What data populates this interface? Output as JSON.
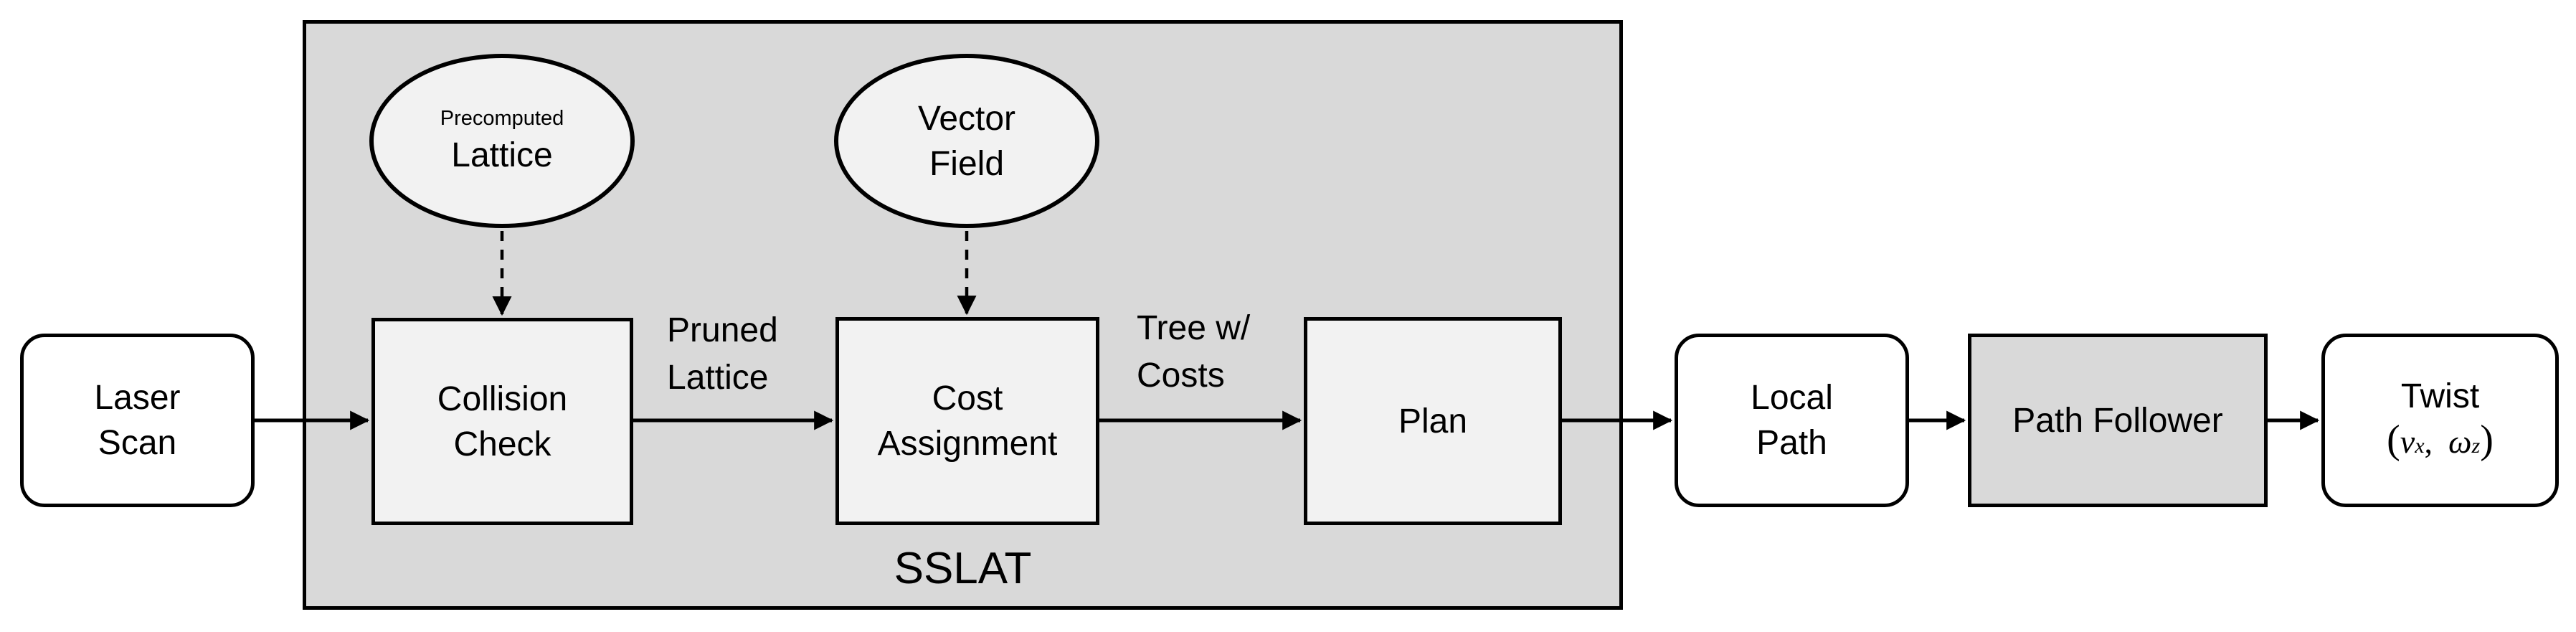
{
  "nodes": {
    "laser_scan": {
      "line1": "Laser",
      "line2": "Scan"
    },
    "precomputed_lattice": {
      "line1": "Precomputed",
      "line2": "Lattice"
    },
    "vector_field": {
      "line1": "Vector",
      "line2": "Field"
    },
    "collision_check": {
      "line1": "Collision",
      "line2": "Check"
    },
    "cost_assignment": {
      "line1": "Cost",
      "line2": "Assignment"
    },
    "plan": {
      "label": "Plan"
    },
    "local_path": {
      "line1": "Local",
      "line2": "Path"
    },
    "path_follower": {
      "label": "Path Follower"
    },
    "twist": {
      "label": "Twist",
      "math": {
        "open": "(",
        "v": "v",
        "v_sub": "x",
        "sep": ",",
        "omega": "ω",
        "omega_sub": "z",
        "close": ")"
      }
    }
  },
  "edge_labels": {
    "pruned_lattice": {
      "line1": "Pruned",
      "line2": "Lattice"
    },
    "tree_with_costs": {
      "line1": "Tree w/",
      "line2": "Costs"
    }
  },
  "container_label": "SSLAT",
  "colors": {
    "background": "#ffffff",
    "container_fill": "#d9d9d9",
    "inner_node_fill": "#f2f2f2",
    "io_node_fill": "#ffffff",
    "path_follower_fill": "#d9d9d9",
    "stroke": "#000000"
  }
}
